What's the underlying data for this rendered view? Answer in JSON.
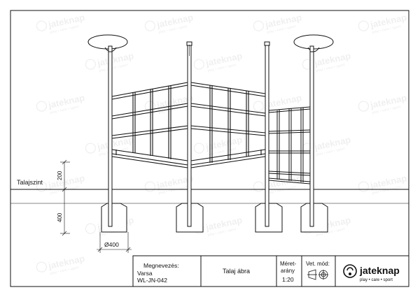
{
  "drawing": {
    "ground_label": "Talajszint",
    "dim_above_ground": "200",
    "dim_below_ground": "400",
    "dim_foundation_diameter": "Ø400"
  },
  "title_block": {
    "name_heading": "Megnevezés:",
    "product_name": "Varsa",
    "product_code": "WL-JN-042",
    "sheet_title": "Talaj ábra",
    "scale_heading_1": "Méret-",
    "scale_heading_2": "arány",
    "scale_value": "1:20",
    "projection_heading": "Vet. mód:",
    "brand": "jateknap",
    "tagline": "play • care • sport"
  },
  "watermark": {
    "brand": "jateknap",
    "tagline": "play • care • sport"
  },
  "colors": {
    "line": "#111111",
    "background": "#ffffff"
  },
  "icons": [
    "projection-symbol-icon",
    "brand-logo-icon",
    "watermark-logo-icon"
  ]
}
